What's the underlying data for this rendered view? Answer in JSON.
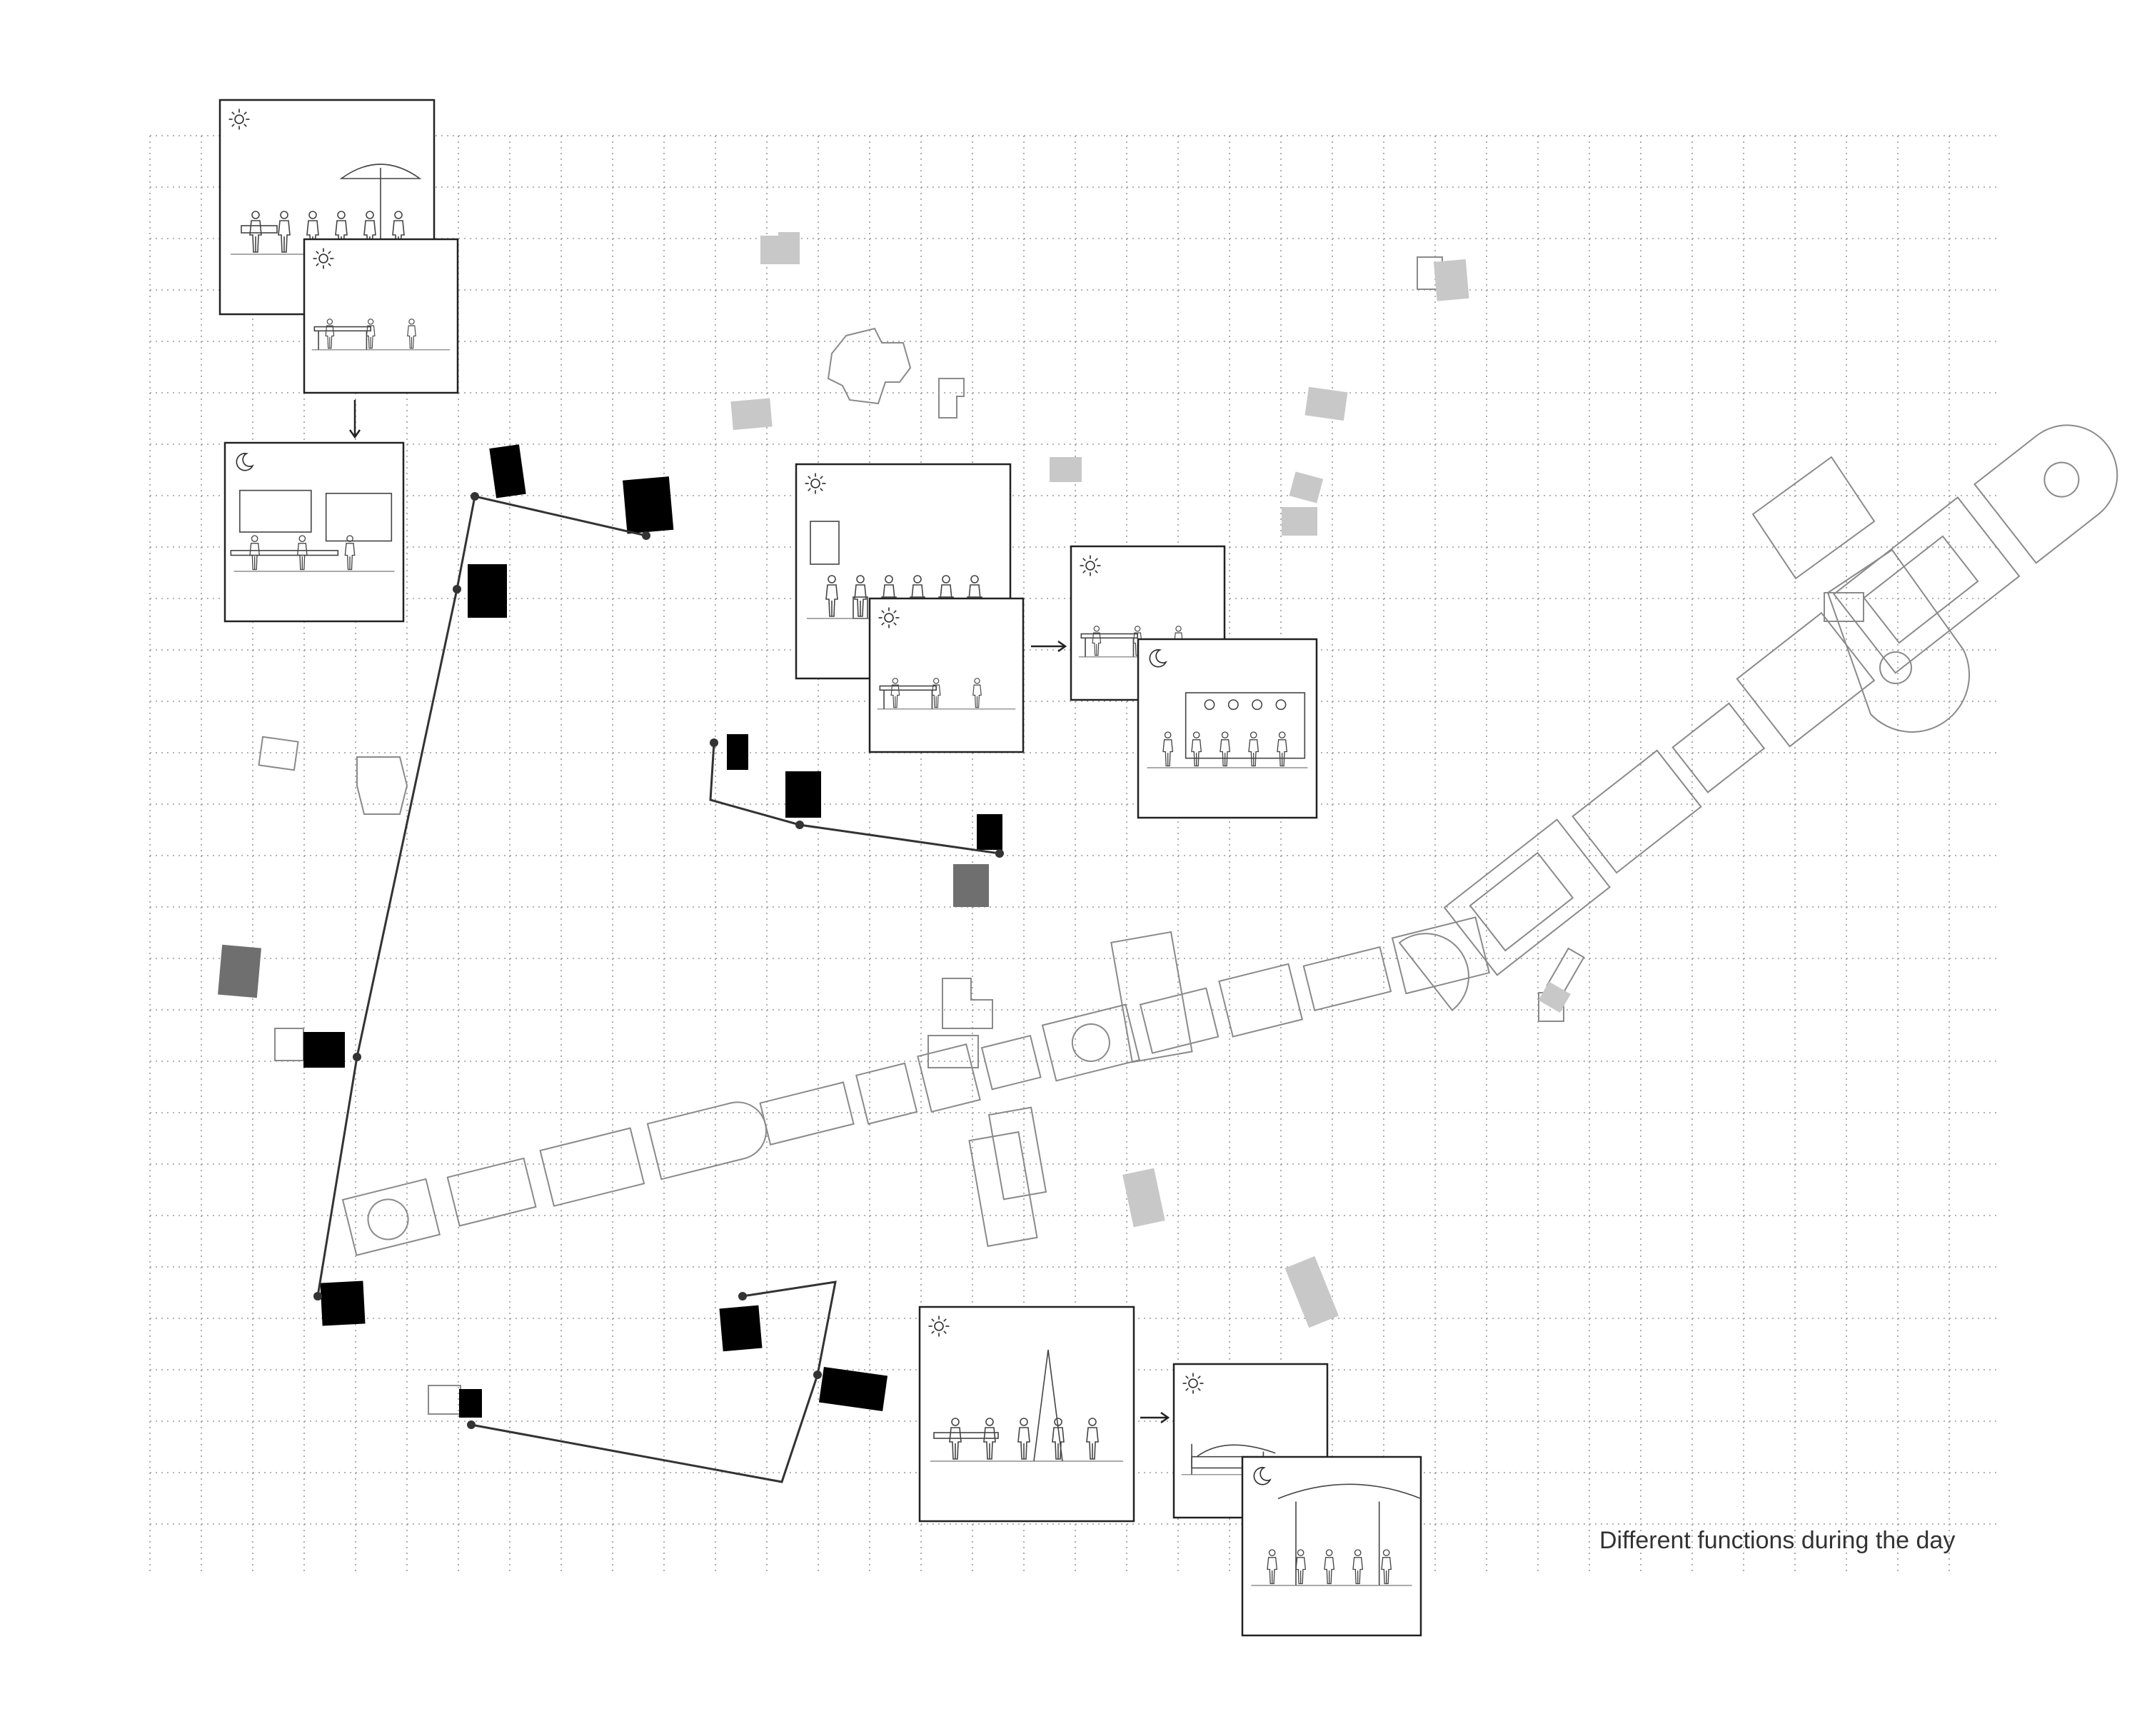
{
  "diagram": {
    "caption": "Different functions during the day",
    "icons": {
      "day": "sun-icon",
      "night": "moon-icon",
      "next": "arrow-icon"
    },
    "colors": {
      "grid": "#9a9a9a",
      "building_primary": "#000000",
      "building_secondary": "#6f6f6f",
      "building_tertiary": "#c8c8c8",
      "outline": "#8a8a8a",
      "route": "#333333",
      "frame": "#222222",
      "sketch": "#444444"
    },
    "vignettes": [
      {
        "name": "market-vignette",
        "time": "day"
      },
      {
        "name": "workshop-vignette",
        "time": "day"
      },
      {
        "name": "cinema-vignette",
        "time": "night"
      },
      {
        "name": "lecture-vignette",
        "time": "day"
      },
      {
        "name": "study-vignette",
        "time": "day"
      },
      {
        "name": "work-vignette",
        "time": "day"
      },
      {
        "name": "bar-vignette",
        "time": "night"
      },
      {
        "name": "studio-vignette",
        "time": "day"
      },
      {
        "name": "rest-vignette",
        "time": "day"
      },
      {
        "name": "performance-vignette",
        "time": "night"
      }
    ]
  }
}
